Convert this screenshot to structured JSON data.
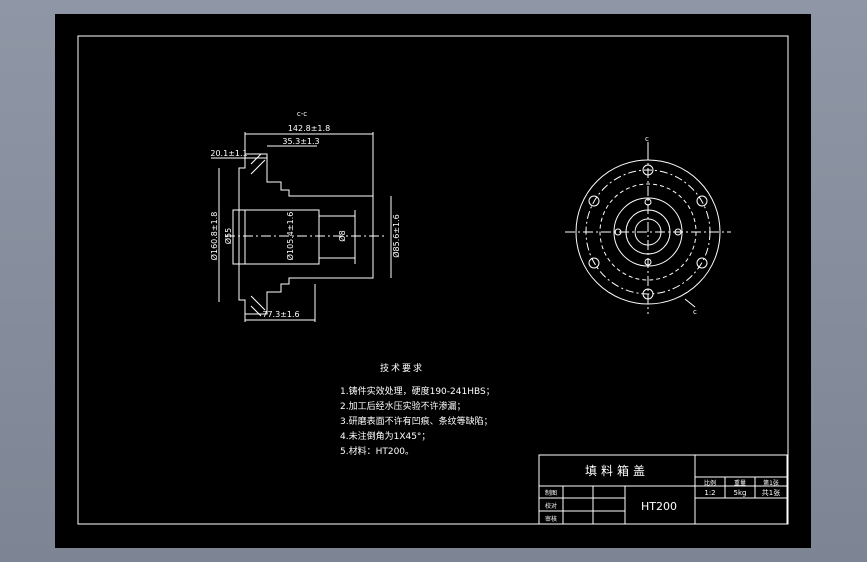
{
  "drawing": {
    "section_label": "c-c",
    "cut_label_top": "c",
    "cut_label_bottom": "c",
    "dimensions": {
      "overall_length": "142.8±1.8",
      "flange_offset": "35.3±1.3",
      "flange_thickness": "20.1±1.1",
      "outer_diameter": "Ø160.8±1.8",
      "inner_diameter": "Ø55",
      "bore_diameter": "Ø105.4±1.6",
      "small_dia": "Ø8",
      "hub_diameter": "Ø85.6±1.6",
      "bottom_length": "77.3±1.6"
    }
  },
  "notes": {
    "heading": "技术要求",
    "items": [
      "1.铸件实效处理，硬度190-241HBS；",
      "2.加工后经水压实验不许渗漏；",
      "3.研磨表面不许有凹痕、条纹等缺陷；",
      "4.未注倒角为1X45°；",
      "5.材料：HT200。"
    ]
  },
  "title_block": {
    "part_name": "填料箱盖",
    "material": "HT200",
    "header_cells": [
      "比例",
      "重量",
      "第1张"
    ],
    "value_cells": [
      "1:2",
      "5kg",
      "共1张"
    ],
    "row_labels": [
      "制图",
      "校对",
      "审核"
    ]
  },
  "colors": {
    "background": "#000000",
    "lines": "#ffffff",
    "frame": "#8f97a6"
  }
}
